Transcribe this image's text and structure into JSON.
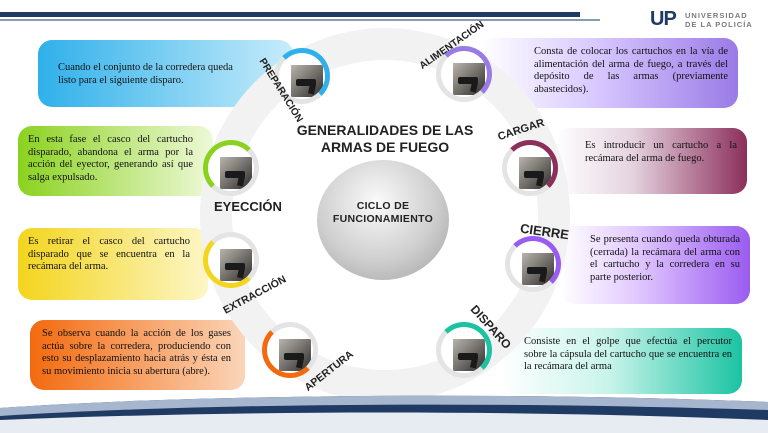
{
  "header": {
    "logo_mark": "UP",
    "logo_line1": "UNIVERSIDAD",
    "logo_line2": "DE LA POLICÍA"
  },
  "title": {
    "line1": "GENERALIDADES DE LAS",
    "line2": "ARMAS DE FUEGO"
  },
  "center": {
    "line1": "CICLO DE",
    "line2": "FUNCIONAMIENTO"
  },
  "stages": {
    "preparacion": {
      "label": "PREPARACIÓN",
      "text": "Cuando el conjunto de la corredera queda listo para el siguiente disparo.",
      "color": "#2fb0ea"
    },
    "alimentacion": {
      "label": "ALIMENTACIÓN",
      "text": "Consta de colocar los cartuchos en la vía de alimentación del arma de fuego, a través del depósito de las armas (previamente abastecidos).",
      "color": "#9a7be6"
    },
    "cargar": {
      "label": "CARGAR",
      "text": "Es introducir un cartucho a la recámara del arma de fuego.",
      "color": "#8c2f5b"
    },
    "cierre": {
      "label": "CIERRE",
      "text": "Se presenta cuando queda obturada (cerrada) la recámara del arma con el cartucho y la corredera en su parte posterior.",
      "color": "#9a5cf0"
    },
    "disparo": {
      "label": "DISPARO",
      "text": "Consiste en el golpe que efectúa el percutor sobre la cápsula del cartucho que se encuentra en la recámara del arma",
      "color": "#1bc3a3"
    },
    "apertura": {
      "label": "APERTURA",
      "text": "Se observa cuando la acción de los gases actúa sobre la corredera, produciendo con esto su desplazamiento hacia atrás y ésta en su movimiento inicia su abertura (abre).",
      "color": "#f36a0e"
    },
    "extraccion": {
      "label": "EXTRACCIÓN",
      "text": "Es retirar el casco del cartucho disparado que se encuentra en la recámara del arma.",
      "color": "#f3d51d"
    },
    "eyeccion": {
      "label": "EYECCIÓN",
      "text": "En esta fase el casco del cartucho disparado, abandona el arma por la acción del eyector, generando así que salga expulsado.",
      "color": "#8bd21f"
    }
  }
}
